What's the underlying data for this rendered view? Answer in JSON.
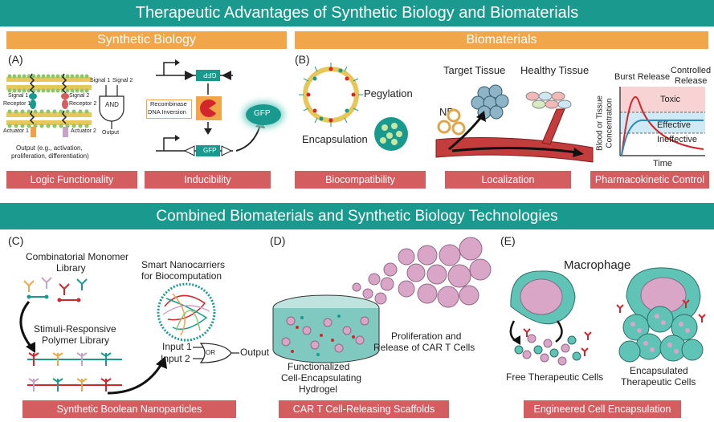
{
  "title": "Therapeutic Advantages of Synthetic Biology and Biomaterials",
  "synbio_header": "Synthetic Biology",
  "biomat_header": "Biomaterials",
  "combined_header": "Combined Biomaterials and Synthetic Biology Technologies",
  "panelA": {
    "letter": "(A)",
    "signal1": "Signal 1",
    "signal2": "Signal 2",
    "receptor1": "Receptor 1",
    "receptor2": "Receptor 2",
    "actuator1": "Actuator 1",
    "actuator2": "Actuator 2",
    "gate_signal1": "Signal 1",
    "gate_signal2": "Signal 2",
    "gate": "AND",
    "gate_output": "Output",
    "output_line1": "Output (e.g., activation,",
    "output_line2": "proliferation, differentiation)",
    "recombinase1": "Recombinase",
    "recombinase2": "DNA Inversion",
    "gfp_inverted": "GFP",
    "gfp_upright": "GFP",
    "gfp_protein": "GFP",
    "logic_label": "Logic Functionality",
    "inducibility_label": "Inducibility"
  },
  "panelB": {
    "letter": "(B)",
    "pegylation": "Pegylation",
    "encapsulation": "Encapsulation",
    "target_tissue": "Target Tissue",
    "healthy_tissue": "Healthy Tissue",
    "np": "NP",
    "burst": "Burst Release",
    "controlled1": "Controlled",
    "controlled2": "Release",
    "toxic": "Toxic",
    "effective": "Effective",
    "ineffective": "Ineffective",
    "ylabel1": "Blood or Tissue",
    "ylabel2": "Concentration",
    "xlabel": "Time",
    "biocompat_label": "Biocompatibility",
    "localization_label": "Localization",
    "pk_label": "Pharmacokinetic Control"
  },
  "panelC": {
    "letter": "(C)",
    "lib1": "Combinatorial Monomer",
    "lib2": "Library",
    "smart1": "Smart Nanocarriers",
    "smart2": "for Biocomputation",
    "stim1": "Stimuli-Responsive",
    "stim2": "Polymer Library",
    "input1": "Input 1",
    "input2": "Input 2",
    "gate": "OR",
    "output": "Output",
    "label": "Synthetic Boolean Nanoparticles"
  },
  "panelD": {
    "letter": "(D)",
    "prolif1": "Proliferation and",
    "prolif2": "Release of CAR T Cells",
    "hyd1": "Functionalized",
    "hyd2": "Cell-Encapsulating",
    "hyd3": "Hydrogel",
    "label": "CAR T Cell-Releasing Scaffolds"
  },
  "panelE": {
    "letter": "(E)",
    "macrophage": "Macrophage",
    "free": "Free Therapeutic Cells",
    "enc1": "Encapsulated",
    "enc2": "Therapeutic Cells",
    "label": "Engineered Cell Encapsulation"
  },
  "colors": {
    "teal": "#1a9a8e",
    "orange": "#f2a64a",
    "red": "#d45d5f",
    "pink": "#d9a6c8",
    "cell_teal": "#5fc3b6"
  }
}
